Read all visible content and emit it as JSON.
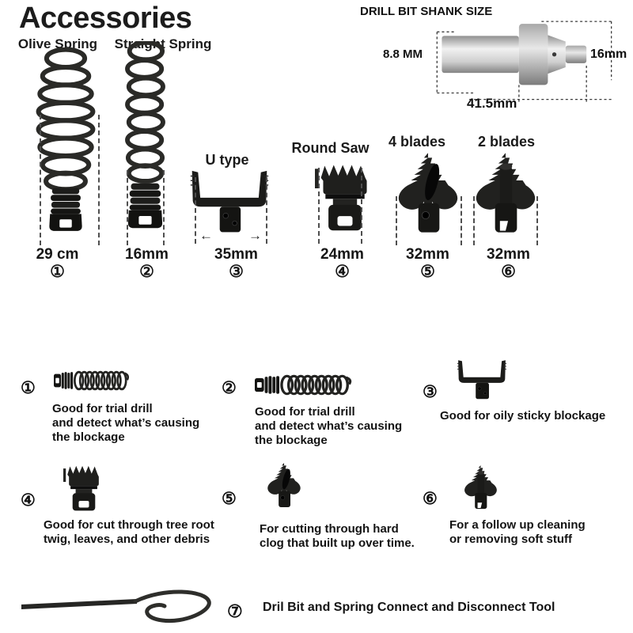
{
  "page_title": "Accessories",
  "shank": {
    "title": "DRILL BIT SHANK SIZE",
    "diameter": "8.8 MM",
    "flange": "16mm",
    "length": "41.5mm"
  },
  "arrows": {
    "left": "←",
    "right": "→"
  },
  "items": [
    {
      "label": "Olive Spring",
      "size": "29 cm",
      "num": "①"
    },
    {
      "label": "Straight Spring",
      "size": "16mm",
      "num": "②"
    },
    {
      "label": "U type",
      "size": "35mm",
      "num": "③"
    },
    {
      "label": "Round Saw",
      "size": "24mm",
      "num": "④"
    },
    {
      "label": "4 blades",
      "size": "32mm",
      "num": "⑤"
    },
    {
      "label": "2 blades",
      "size": "32mm",
      "num": "⑥"
    }
  ],
  "notes": [
    {
      "num": "①",
      "text": "Good for trial drill\nand detect what’s causing\nthe blockage"
    },
    {
      "num": "②",
      "text": "Good for trial drill\nand detect what’s causing\nthe blockage"
    },
    {
      "num": "③",
      "text": "Good for oily sticky blockage"
    },
    {
      "num": "④",
      "text": "Good for cut through tree root\ntwig, leaves, and other debris"
    },
    {
      "num": "⑤",
      "text": "For cutting through hard\nclog that built up over time."
    },
    {
      "num": "⑥",
      "text": "For a follow up cleaning\nor removing soft stuff"
    },
    {
      "num": "⑦",
      "text": "Dril Bit and Spring Connect and Disconnect Tool"
    }
  ]
}
